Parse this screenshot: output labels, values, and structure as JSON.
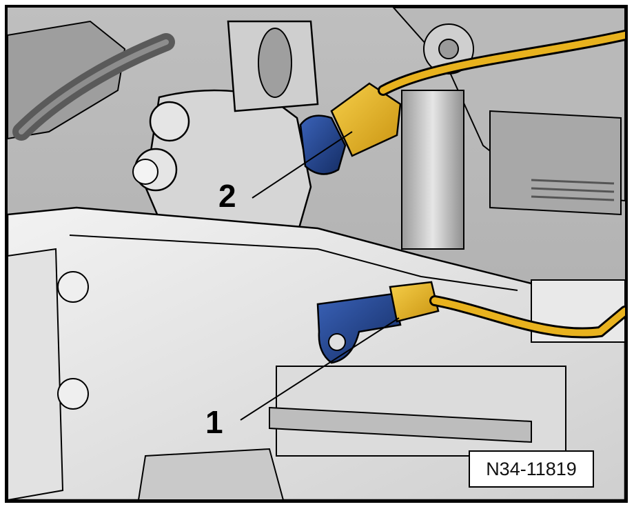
{
  "figure": {
    "reference_code": "N34-11819",
    "callouts": [
      {
        "id": "callout-1",
        "label": "1"
      },
      {
        "id": "callout-2",
        "label": "2"
      }
    ]
  },
  "colors": {
    "connector_yellow": "#e8b21e",
    "sensor_blue": "#1d3f8a",
    "casting_grey": "#d4d4d4",
    "outline": "#000000"
  }
}
